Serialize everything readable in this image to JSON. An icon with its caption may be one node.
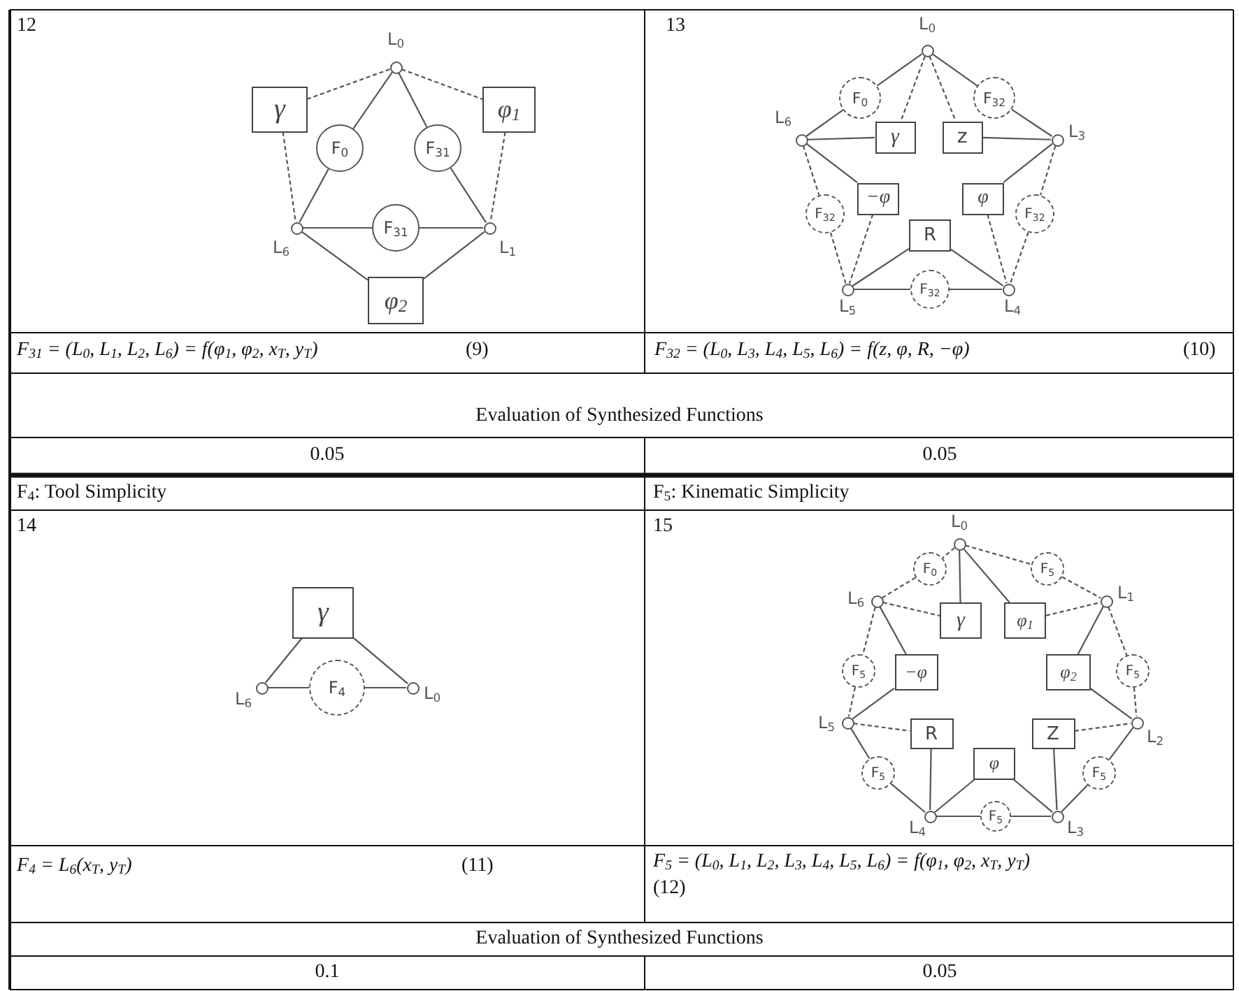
{
  "diagram": {
    "nodes": [
      {
        "text": [],
        "shape": "circle",
        "beside": [
          "L$_{0}$"
        ]
      },
      {
        "text": [
          "γ"
        ]
      },
      {
        "text": [
          "φ$_{1}$"
        ]
      },
      {
        "text": [
          "F$_{0}$"
        ]
      },
      {
        "text": [
          "F$_{31}$"
        ]
      },
      {
        "text": [],
        "shape": "circle",
        "beside": [
          "L$_{6}$"
        ]
      },
      {
        "text": [
          "F$_{31}$"
        ]
      },
      {
        "text": [],
        "shape": "circle",
        "beside": [
          "L$_{1}$"
        ]
      },
      {
        "text": [
          "φ$_{2}$"
        ]
      },
      {
        "text": [],
        "shape": "circle",
        "beside": [
          "L$_{0}$"
        ]
      },
      {
        "text": [
          "F$_{0}$"
        ]
      },
      {
        "text": [
          "F$_{32}$"
        ]
      },
      {
        "text": [],
        "shape": "circle",
        "beside": [
          "L$_{6}$"
        ]
      },
      {
        "text": [
          "γ"
        ]
      },
      {
        "text": [
          "z"
        ]
      },
      {
        "text": [],
        "shape": "circle",
        "beside": [
          "L$_{3}$"
        ]
      },
      {
        "text": [
          "−φ"
        ]
      },
      {
        "text": [
          "F$_{32}$"
        ]
      },
      {
        "text": [
          "φ"
        ]
      },
      {
        "text": [
          "F$_{32}$"
        ]
      },
      {
        "text": [
          "R"
        ]
      },
      {
        "text": [],
        "shape": "circle",
        "beside": [
          "L$_{5}$"
        ]
      },
      {
        "text": [
          "F$_{32}$"
        ]
      },
      {
        "text": [],
        "shape": "circle",
        "beside": [
          "L$_{4}$"
        ]
      },
      {
        "text": [
          "γ"
        ]
      },
      {
        "text": [],
        "shape": "circle",
        "beside": [
          "L$_{6}$"
        ]
      },
      {
        "text": [
          "F$_{4}$"
        ]
      },
      {
        "text": [],
        "shape": "circle",
        "beside": [
          "L$_{0}$"
        ]
      },
      {
        "text": [],
        "shape": "circle",
        "beside": [
          "L$_{0}$"
        ]
      },
      {
        "text": [
          "F$_{0}$"
        ]
      },
      {
        "text": [
          "F$_{5}$"
        ]
      },
      {
        "text": [],
        "shape": "circle",
        "beside": [
          "L$_{6}$"
        ]
      },
      {
        "text": [
          "γ"
        ]
      },
      {
        "text": [
          "φ$_{1}$"
        ]
      },
      {
        "text": [],
        "shape": "circle",
        "beside": [
          "L$_{1}$"
        ]
      },
      {
        "text": [
          "F$_{5}$"
        ]
      },
      {
        "text": [
          "−φ"
        ]
      },
      {
        "text": [
          "φ$_{2}$"
        ]
      },
      {
        "text": [
          "F$_{5}$"
        ]
      },
      {
        "text": [],
        "shape": "circle",
        "beside": [
          "L$_{5}$"
        ]
      },
      {
        "text": [
          "R"
        ]
      },
      {
        "text": [
          "Z"
        ]
      },
      {
        "text": [],
        "shape": "circle",
        "beside": [
          "L$_{2}$"
        ]
      },
      {
        "text": [
          "F$_{5}$"
        ]
      },
      {
        "text": [
          "φ"
        ]
      },
      {
        "text": [
          "F$_{5}$"
        ]
      },
      {
        "text": [],
        "shape": "circle",
        "beside": [
          "L$_{4}$"
        ]
      },
      {
        "text": [
          "F$_{5}$"
        ]
      },
      {
        "text": [],
        "shape": "circle",
        "beside": [
          "L$_{3}$"
        ]
      }
    ],
    "edges": [
      {
        "from": 0,
        "to": 1,
        "arrow": "none",
        "style": "dashed"
      },
      {
        "from": 0,
        "to": 2,
        "arrow": "none",
        "style": "dashed"
      },
      {
        "from": 0,
        "to": 3,
        "arrow": "none"
      },
      {
        "from": 0,
        "to": 4,
        "arrow": "none"
      },
      {
        "from": 3,
        "to": 5,
        "arrow": "none"
      },
      {
        "from": 4,
        "to": 7,
        "arrow": "none"
      },
      {
        "from": 1,
        "to": 5,
        "arrow": "none",
        "style": "dashed"
      },
      {
        "from": 2,
        "to": 7,
        "arrow": "none",
        "style": "dashed"
      },
      {
        "from": 5,
        "to": 6,
        "arrow": "none"
      },
      {
        "from": 6,
        "to": 7,
        "arrow": "none"
      },
      {
        "from": 5,
        "to": 8,
        "arrow": "none"
      },
      {
        "from": 8,
        "to": 7,
        "arrow": "none"
      },
      {
        "from": 9,
        "to": 10,
        "arrow": "none"
      },
      {
        "from": 10,
        "to": 12,
        "arrow": "none"
      },
      {
        "from": 9,
        "to": 11,
        "arrow": "none"
      },
      {
        "from": 11,
        "to": 15,
        "arrow": "none"
      },
      {
        "from": 9,
        "to": 13,
        "arrow": "none",
        "style": "dashed"
      },
      {
        "from": 9,
        "to": 14,
        "arrow": "none",
        "style": "dashed"
      },
      {
        "from": 12,
        "to": 13,
        "arrow": "none"
      },
      {
        "from": 14,
        "to": 15,
        "arrow": "none"
      },
      {
        "from": 12,
        "to": 16,
        "arrow": "none"
      },
      {
        "from": 18,
        "to": 15,
        "arrow": "none"
      },
      {
        "from": 12,
        "to": 17,
        "arrow": "none",
        "style": "dashed"
      },
      {
        "from": 17,
        "to": 21,
        "arrow": "none",
        "style": "dashed"
      },
      {
        "from": 15,
        "to": 19,
        "arrow": "none",
        "style": "dashed"
      },
      {
        "from": 19,
        "to": 23,
        "arrow": "none",
        "style": "dashed"
      },
      {
        "from": 16,
        "to": 21,
        "arrow": "none",
        "style": "dashed"
      },
      {
        "from": 18,
        "to": 23,
        "arrow": "none",
        "style": "dashed"
      },
      {
        "from": 20,
        "to": 21,
        "arrow": "none"
      },
      {
        "from": 20,
        "to": 23,
        "arrow": "none"
      },
      {
        "from": 21,
        "to": 22,
        "arrow": "none"
      },
      {
        "from": 22,
        "to": 23,
        "arrow": "none"
      },
      {
        "from": 24,
        "to": 25,
        "arrow": "none"
      },
      {
        "from": 24,
        "to": 27,
        "arrow": "none"
      },
      {
        "from": 25,
        "to": 26,
        "arrow": "none"
      },
      {
        "from": 26,
        "to": 27,
        "arrow": "none"
      },
      {
        "from": 28,
        "to": 29,
        "arrow": "none",
        "style": "dashed"
      },
      {
        "from": 29,
        "to": 31,
        "arrow": "none",
        "style": "dashed"
      },
      {
        "from": 28,
        "to": 30,
        "arrow": "none",
        "style": "dashed"
      },
      {
        "from": 30,
        "to": 34,
        "arrow": "none",
        "style": "dashed"
      },
      {
        "from": 28,
        "to": 32,
        "arrow": "none"
      },
      {
        "from": 28,
        "to": 33,
        "arrow": "none"
      },
      {
        "from": 31,
        "to": 32,
        "arrow": "none",
        "style": "dashed"
      },
      {
        "from": 33,
        "to": 34,
        "arrow": "none",
        "style": "dashed"
      },
      {
        "from": 31,
        "to": 35,
        "arrow": "none",
        "style": "dashed"
      },
      {
        "from": 35,
        "to": 39,
        "arrow": "none",
        "style": "dashed"
      },
      {
        "from": 31,
        "to": 36,
        "arrow": "none"
      },
      {
        "from": 36,
        "to": 39,
        "arrow": "none"
      },
      {
        "from": 34,
        "to": 37,
        "arrow": "none"
      },
      {
        "from": 37,
        "to": 42,
        "arrow": "none"
      },
      {
        "from": 34,
        "to": 38,
        "arrow": "none",
        "style": "dashed"
      },
      {
        "from": 38,
        "to": 42,
        "arrow": "none",
        "style": "dashed"
      },
      {
        "from": 39,
        "to": 40,
        "arrow": "none",
        "style": "dashed"
      },
      {
        "from": 41,
        "to": 42,
        "arrow": "none",
        "style": "dashed"
      },
      {
        "from": 39,
        "to": 43,
        "arrow": "none"
      },
      {
        "from": 43,
        "to": 46,
        "arrow": "none"
      },
      {
        "from": 42,
        "to": 45,
        "arrow": "none"
      },
      {
        "from": 45,
        "to": 48,
        "arrow": "none"
      },
      {
        "from": 40,
        "to": 46,
        "arrow": "none"
      },
      {
        "from": 41,
        "to": 48,
        "arrow": "none"
      },
      {
        "from": 46,
        "to": 44,
        "arrow": "none"
      },
      {
        "from": 44,
        "to": 48,
        "arrow": "none"
      },
      {
        "from": 46,
        "to": 47,
        "arrow": "none"
      },
      {
        "from": 47,
        "to": 48,
        "arrow": "none"
      }
    ],
    "labels": [
      "12",
      "13",
      "F$_{31}$ = (L$_{0}$, L$_{1}$, L$_{2}$, L$_{6}$) = f(φ$_{1}$, φ$_{2}$, x$_{T}$, y$_{T}$)",
      "(9)",
      "F$_{32}$ = (L$_{0}$, L$_{3}$, L$_{4}$, L$_{5}$, L$_{6}$) = f(z, φ, R, −φ)",
      "(10)",
      "Evaluation of Synthesized Functions",
      "0.05",
      "0.05",
      "F$_{4}$: Tool Simplicity",
      "F$_{5}$: Kinematic Simplicity",
      "14",
      "15",
      "F$_{4}$ = L$_{6}$(x$_{T}$, y$_{T}$)",
      "(11)",
      "F$_{5}$ = (L$_{0}$, L$_{1}$, L$_{2}$, L$_{3}$, L$_{4}$, L$_{5}$, L$_{6}$) = f(φ$_{1}$, φ$_{2}$, x$_{T}$, y$_{T}$)",
      "(12)",
      "Evaluation of Synthesized Functions",
      "0.1",
      "0.05"
    ]
  }
}
